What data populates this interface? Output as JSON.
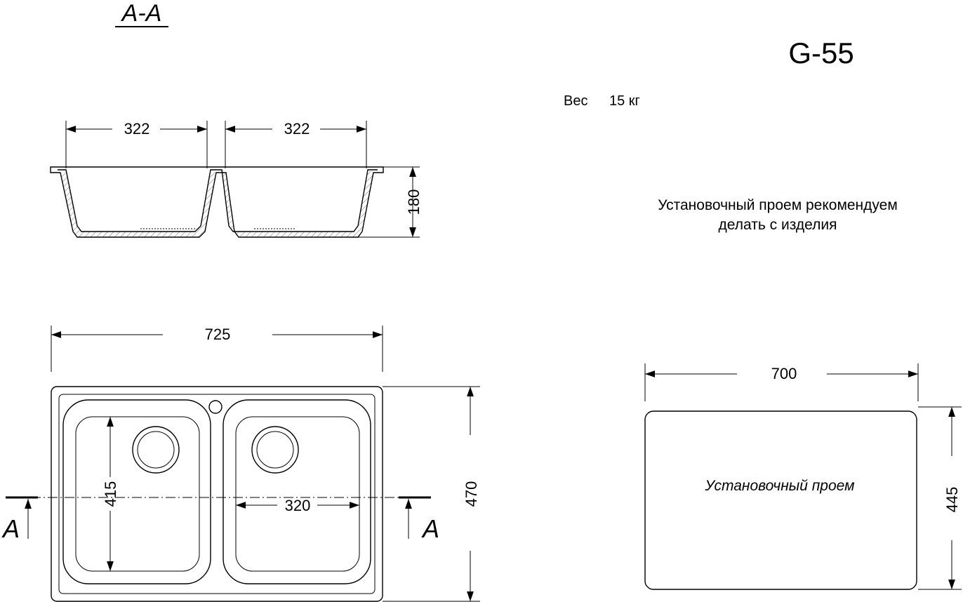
{
  "section_label": "A-A",
  "model": "G-55",
  "weight": {
    "label": "Вес",
    "value": "15 кг"
  },
  "note_line1": "Установочный проем рекомендуем",
  "note_line2": "делать с изделия",
  "cutout_label": "Установочный проем",
  "section_marker_left": "A",
  "section_marker_right": "A",
  "dimensions": {
    "bowl_left_width": "322",
    "bowl_right_width": "322",
    "depth": "180",
    "overall_width": "725",
    "overall_depth": "470",
    "bowl_length": "415",
    "bowl_width": "320",
    "cutout_width": "700",
    "cutout_depth": "445"
  }
}
